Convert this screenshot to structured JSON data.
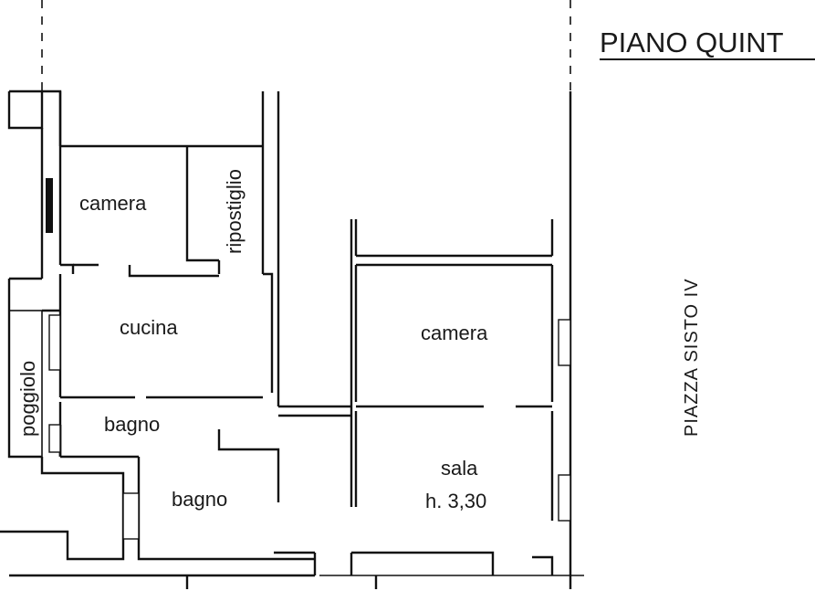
{
  "title": "PIANO QUINT",
  "street": "PIAZZA SISTO IV",
  "rooms": {
    "camera_left": "camera",
    "ripostiglio": "ripostiglio",
    "cucina": "cucina",
    "poggiolo": "poggiolo",
    "bagno_upper": "bagno",
    "bagno_lower": "bagno",
    "camera_right": "camera",
    "sala": "sala",
    "sala_height": "h. 3,30"
  }
}
